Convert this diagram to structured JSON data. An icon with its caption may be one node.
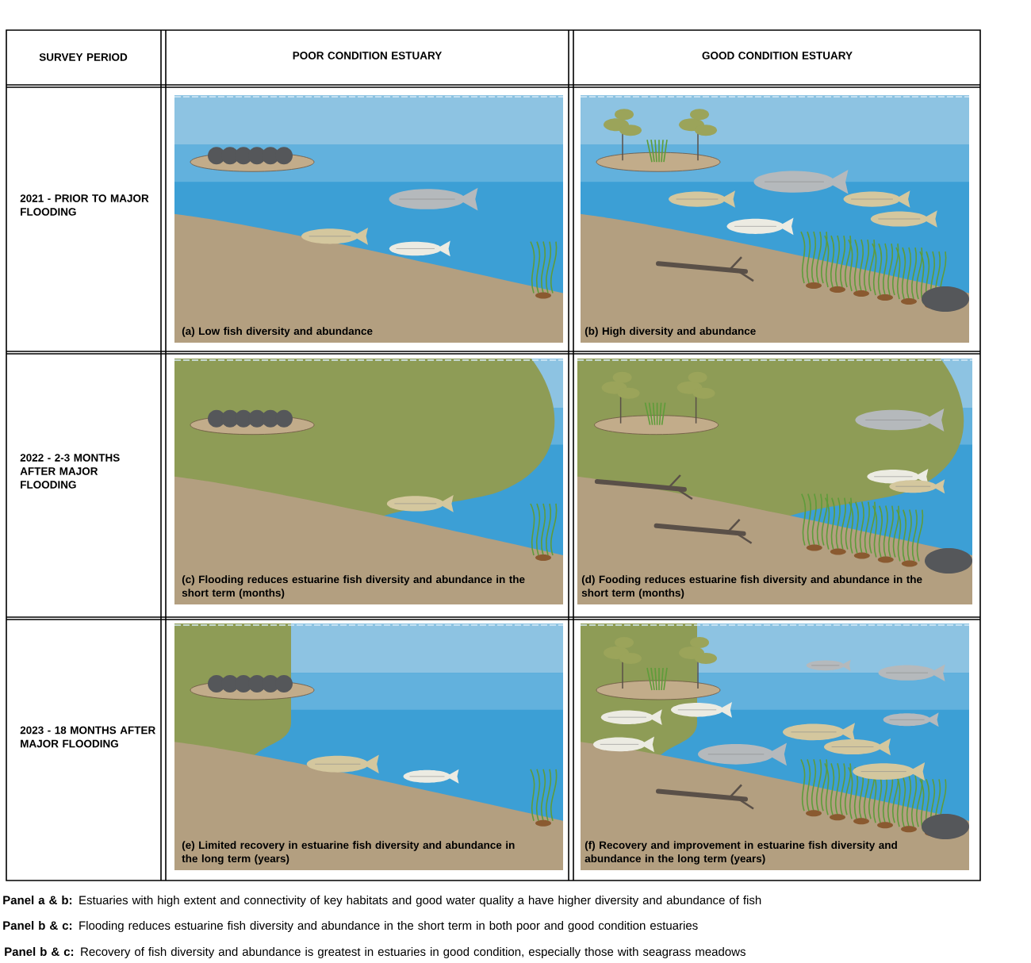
{
  "diagram": {
    "labels": [
      "SURVEY PERIOD",
      "POOR CONDITION ESTUARY",
      "GOOD CONDITION ESTUARY",
      "2021 - PRIOR TO MAJOR FLOODING",
      "(a) Low fish diversity and abundance",
      "(b) High diversity and abundance",
      "2022 - 2-3 MONTHS AFTER MAJOR FLOODING",
      "(c) Flooding reduces estuarine fish diversity and abundance in the short term (months)",
      "(d) Fooding reduces estuarine fish diversity and abundance in the short term (months)",
      "2023 - 18 MONTHS AFTER MAJOR FLOODING",
      "(e) Limited recovery in estuarine fish diversity and abundance in the long term (years)",
      "(f) Recovery and improvement in estuarine fish diversity and abundance in the long term (years)",
      "**Panel a & b:** Estuaries with high extent and connectivity of key habitats and good water quality a have higher diversity and abundance of fish",
      "**Panel b & c:** Flooding reduces estuarine fish diversity and abundance in the short term in both poor and good condition estuaries",
      "**Panel b & c:** Recovery of fish diversity and abundance is greatest in estuaries in good condition, especially those with seagrass meadows"
    ]
  }
}
